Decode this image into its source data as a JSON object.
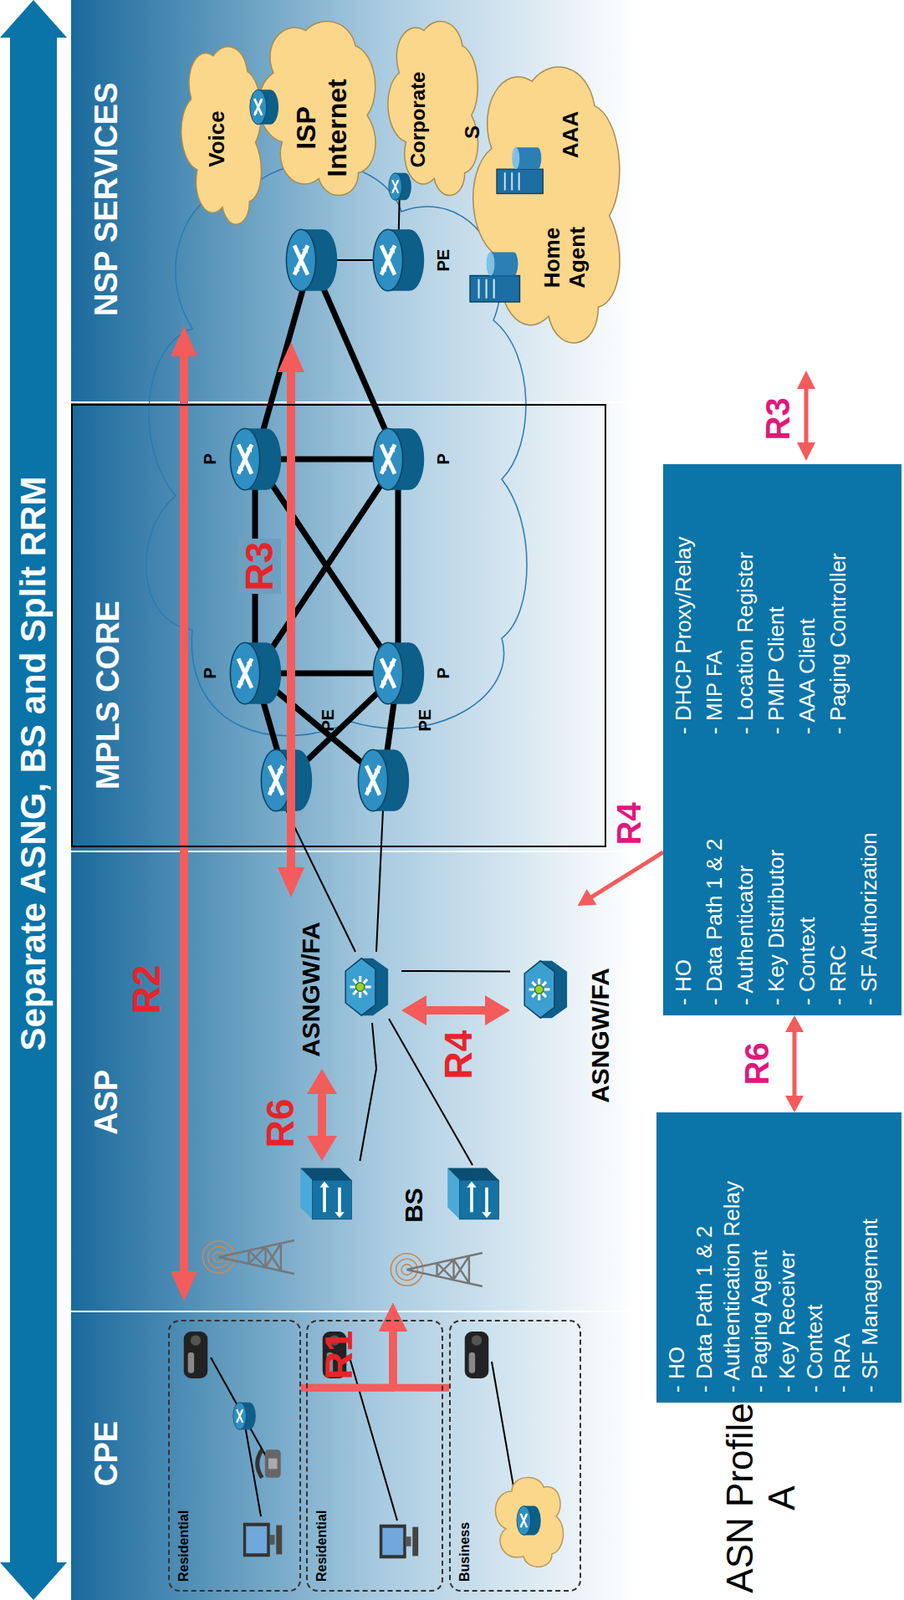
{
  "diagram": {
    "nodes": [
      {
        "text": [
          "Residential"
        ]
      },
      {
        "text": [
          "Residential"
        ]
      },
      {
        "text": [
          "Business"
        ]
      },
      {
        "text": [
          "BS"
        ]
      },
      {
        "text": [
          "ASNGW/FA"
        ]
      },
      {
        "text": [
          "ASNGW/FA"
        ]
      },
      {
        "text": [
          "MPLS CORE"
        ]
      },
      {
        "text": [
          "Voice"
        ]
      },
      {
        "text": [
          "ISP Internet"
        ]
      },
      {
        "text": [
          "Corporate"
        ]
      },
      {
        "text": [
          "Home Agent",
          "AAA"
        ]
      },
      {
        "text": [
          "- HO",
          "- Data Path 1 & 2",
          "- Authentication Relay",
          "- Paging Agent",
          "- Key Receiver",
          "- Context",
          "- RRA",
          "- SF Management"
        ]
      },
      {
        "text": [
          "- HO",
          "- Data Path 1 & 2",
          "- Authenticator",
          "- Key Distributor",
          "- Context",
          "- RRC",
          "- SF Authorization",
          "- DHCP Proxy/Relay",
          "- MIP FA",
          "- Location Register",
          "- PMIP Client",
          "- AAA Client",
          "- Paging Controller"
        ]
      }
    ],
    "edges": [
      {
        "from": 0,
        "to": 3,
        "label": "R1",
        "arrow": "to"
      },
      {
        "from": 1,
        "to": 3,
        "arrow": "to"
      },
      {
        "from": 2,
        "to": 3,
        "arrow": "to"
      },
      {
        "from": 3,
        "to": 4,
        "label": "R6",
        "arrow": "both"
      },
      {
        "from": 4,
        "to": 5,
        "label": "R4",
        "arrow": "both"
      },
      {
        "from": 4,
        "to": 5,
        "arrow": "none"
      },
      {
        "from": 11,
        "to": 12,
        "label": "R6",
        "arrow": "both"
      },
      {
        "from": 12,
        "to": 5,
        "label": "R4",
        "arrow": "to"
      },
      {
        "from": 3,
        "to": 4,
        "arrow": "none"
      }
    ],
    "labels": [
      "Separate ASNG, BS and Split RRM",
      "CPE",
      "ASP",
      "NSP SERVICES",
      "R2",
      "R3",
      "P",
      "P",
      "P",
      "P",
      "PE",
      "PE",
      "PE",
      "S",
      "R3",
      "ASN Profile A"
    ]
  }
}
